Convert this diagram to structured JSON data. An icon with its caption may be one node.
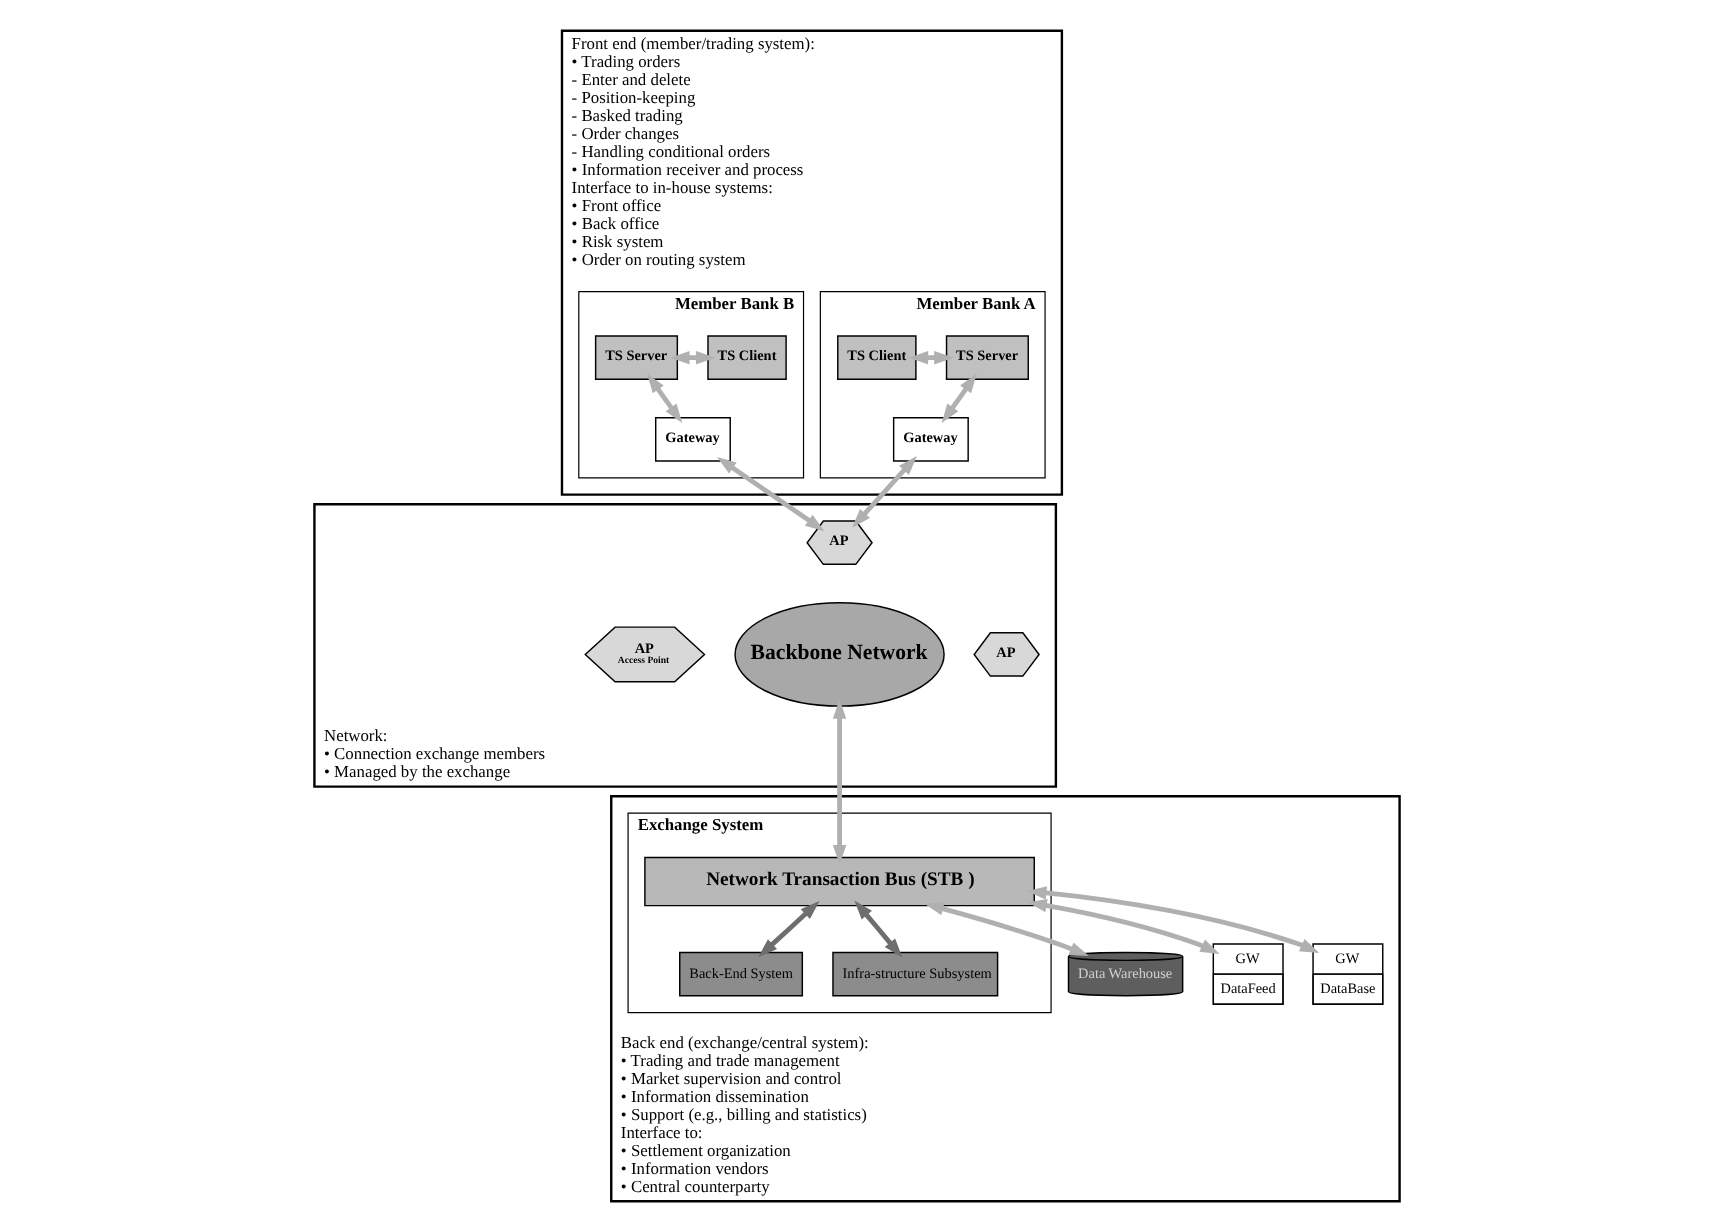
{
  "diagram": {
    "nodes": [
      {
        "text": [
          "Front end (member/trading system):",
          "• Trading orders",
          "- Enter and delete",
          "- Position-keeping",
          "- Basked trading",
          "- Order changes",
          "- Handling conditional orders",
          "• Information receiver and process",
          "Interface to in-house systems:",
          "• Front office",
          "• Back office",
          "• Risk system",
          "• Order on routing system"
        ]
      },
      {
        "text": [
          "Member Bank A"
        ],
        "in": 0
      },
      {
        "text": [
          "TS Client"
        ],
        "in": 1
      },
      {
        "text": [
          "TS Server"
        ],
        "in": 1
      },
      {
        "text": [
          "Gateway"
        ],
        "in": 1
      },
      {
        "text": [
          "Member Bank B"
        ],
        "in": 0
      },
      {
        "text": [
          "TS Server"
        ],
        "in": 5
      },
      {
        "text": [
          "TS Client"
        ],
        "in": 5
      },
      {
        "text": [
          "Gateway"
        ],
        "in": 5
      },
      {
        "text": [
          "Network:",
          "• Connection exchange members",
          "• Managed by the exchange"
        ]
      },
      {
        "text": [
          "Backbone Network"
        ],
        "in": 9
      },
      {
        "text": [
          "AP"
        ],
        "in": 9
      },
      {
        "text": [
          "AP",
          "Access Point"
        ],
        "in": 9
      },
      {
        "text": [
          "AP"
        ],
        "in": 9
      },
      {
        "text": [
          "Back end (exchange/central system):",
          "• Trading and trade management",
          "• Market supervision and control",
          "• Information dissemination",
          "• Support (e.g., billing and statistics)",
          "Interface to:",
          "• Settlement organization",
          "• Information vendors",
          "• Central counterparty"
        ]
      },
      {
        "text": [
          "Exchange System"
        ],
        "in": 14
      },
      {
        "text": [
          "Network Transaction Bus (STB )"
        ],
        "in": 15
      },
      {
        "text": [
          "Back-End System"
        ],
        "in": 15
      },
      {
        "text": [
          "Infra-structure Subsystem"
        ],
        "in": 15
      },
      {
        "text": [
          "Data Warehouse"
        ],
        "in": 14
      },
      {
        "text": [
          "GW",
          "DataFeed"
        ],
        "in": 14
      },
      {
        "text": [
          "GW",
          "DataBase"
        ],
        "in": 14
      }
    ],
    "edges": [
      {
        "from": 2,
        "to": 3,
        "arrow": "both"
      },
      {
        "from": 3,
        "to": 4,
        "arrow": "both"
      },
      {
        "from": 6,
        "to": 7,
        "arrow": "both"
      },
      {
        "from": 6,
        "to": 8,
        "arrow": "both"
      },
      {
        "from": 4,
        "to": 11,
        "arrow": "both"
      },
      {
        "from": 8,
        "to": 11,
        "arrow": "both"
      },
      {
        "from": 10,
        "to": 16,
        "arrow": "both"
      },
      {
        "from": 16,
        "to": 17,
        "arrow": "both",
        "color": "#6e6e6e"
      },
      {
        "from": 16,
        "to": 18,
        "arrow": "both",
        "color": "#6e6e6e"
      },
      {
        "from": 16,
        "to": 19,
        "arrow": "both"
      },
      {
        "from": 16,
        "to": 20,
        "arrow": "both"
      },
      {
        "from": 16,
        "to": 21,
        "arrow": "both"
      }
    ]
  }
}
